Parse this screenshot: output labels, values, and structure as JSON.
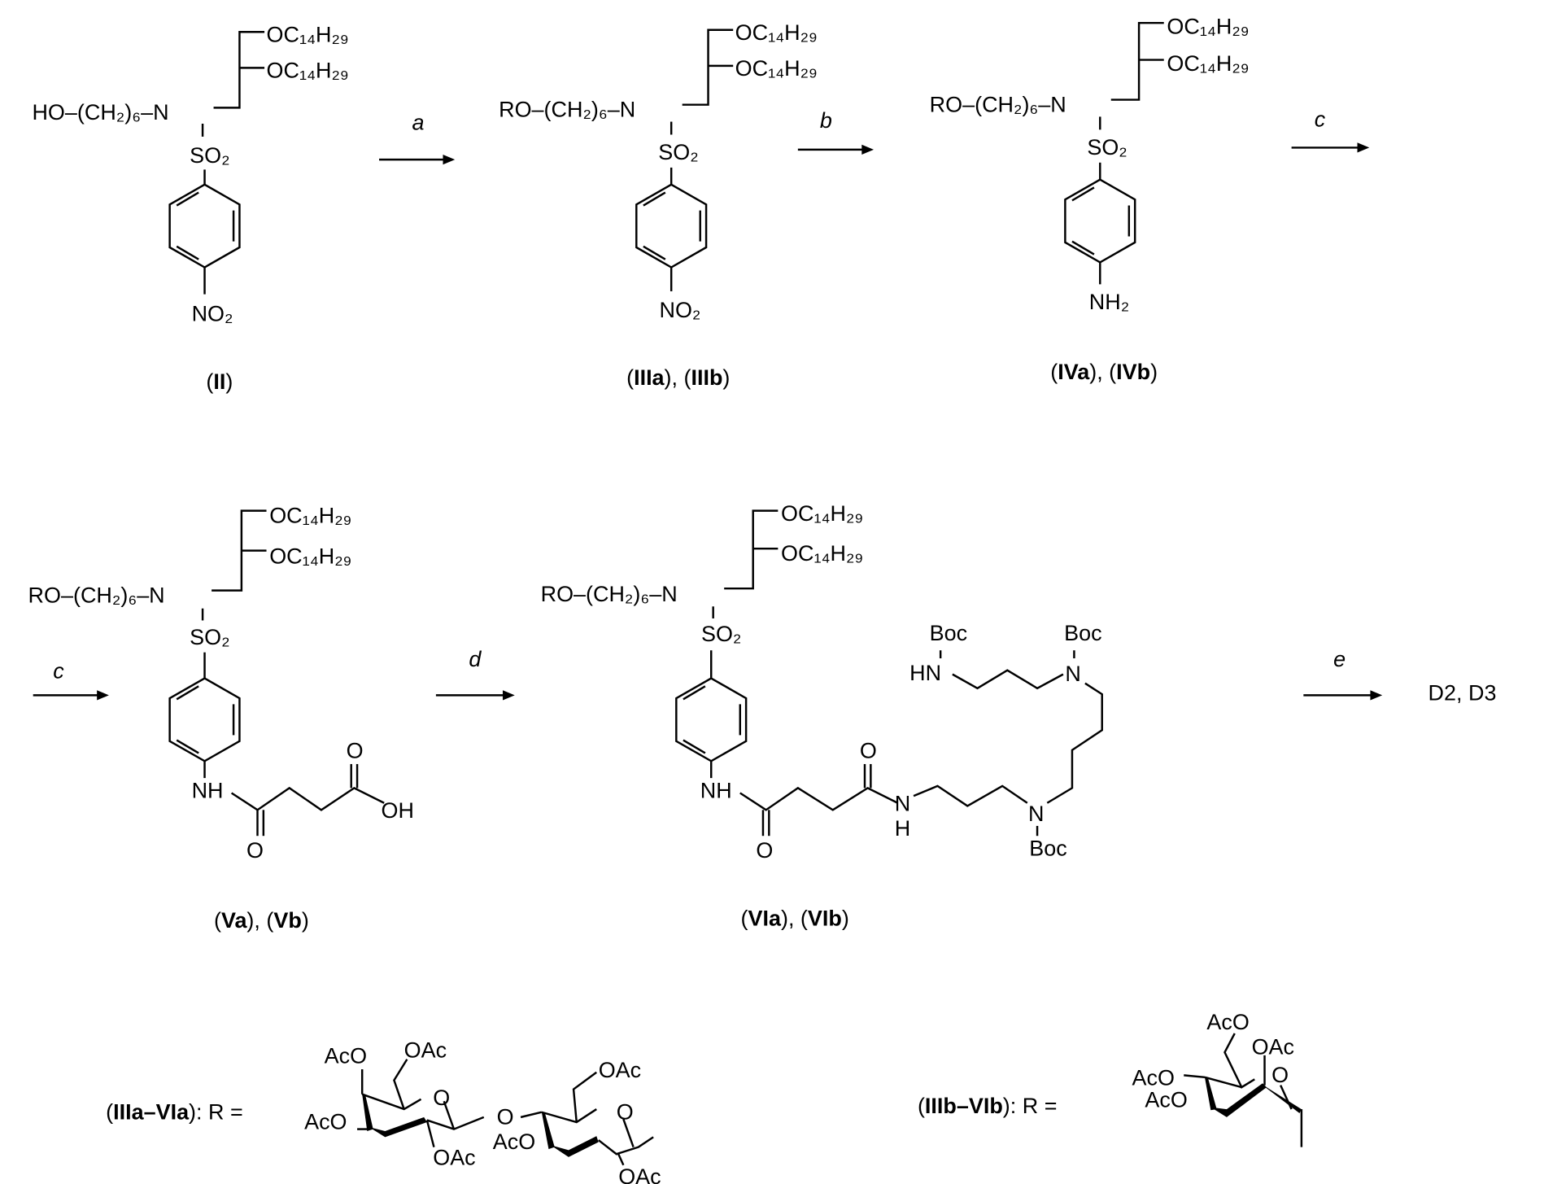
{
  "scheme": {
    "compound_II": {
      "left": "HO–(CH₂)₆–N",
      "chain1": "OC₁₄H₂₉",
      "chain2": "OC₁₄H₂₉",
      "sulfonyl": "SO₂",
      "para": "NO₂",
      "label": "II"
    },
    "compound_III": {
      "left": "RO–(CH₂)₆–N",
      "chain1": "OC₁₄H₂₉",
      "chain2": "OC₁₄H₂₉",
      "sulfonyl": "SO₂",
      "para": "NO₂",
      "label_a": "IIIa",
      "label_b": "IIIb"
    },
    "compound_IV": {
      "left": "RO–(CH₂)₆–N",
      "chain1": "OC₁₄H₂₉",
      "chain2": "OC₁₄H₂₉",
      "sulfonyl": "SO₂",
      "para": "NH₂",
      "label_a": "IVa",
      "label_b": "IVb"
    },
    "compound_V": {
      "left": "RO–(CH₂)₆–N",
      "chain1": "OC₁₄H₂₉",
      "chain2": "OC₁₄H₂₉",
      "sulfonyl": "SO₂",
      "nh": "NH",
      "o1": "O",
      "o2": "O",
      "oh": "OH",
      "label_a": "Va",
      "label_b": "Vb"
    },
    "compound_VI": {
      "left": "RO–(CH₂)₆–N",
      "chain1": "OC₁₄H₂₉",
      "chain2": "OC₁₄H₂₉",
      "sulfonyl": "SO₂",
      "nh": "NH",
      "o1": "O",
      "o2": "O",
      "amide_n": "N",
      "amide_h": "H",
      "n_boc": "N",
      "boc1": "Boc",
      "n_top": "N",
      "boc2": "Boc",
      "hn": "HN",
      "boc3": "Boc",
      "label_a": "VIa",
      "label_b": "VIb"
    },
    "arrows": [
      {
        "reagent": "a"
      },
      {
        "reagent": "b"
      },
      {
        "reagent": "c"
      },
      {
        "reagent": "c"
      },
      {
        "reagent": "d"
      },
      {
        "reagent": "e"
      }
    ],
    "product": "D2, D3",
    "r_def_a": {
      "prefix": "(",
      "range": "IIIa–VIa",
      "suffix": "): R =",
      "groups": [
        "AcO",
        "OAc",
        "O",
        "AcO",
        "OAc",
        "O",
        "OAc",
        "O",
        "AcO",
        "OAc"
      ]
    },
    "r_def_b": {
      "prefix": "(",
      "range": "IIIb–VIb",
      "suffix": "): R =",
      "groups": [
        "AcO",
        "OAc",
        "O",
        "AcO",
        "AcO"
      ]
    }
  }
}
